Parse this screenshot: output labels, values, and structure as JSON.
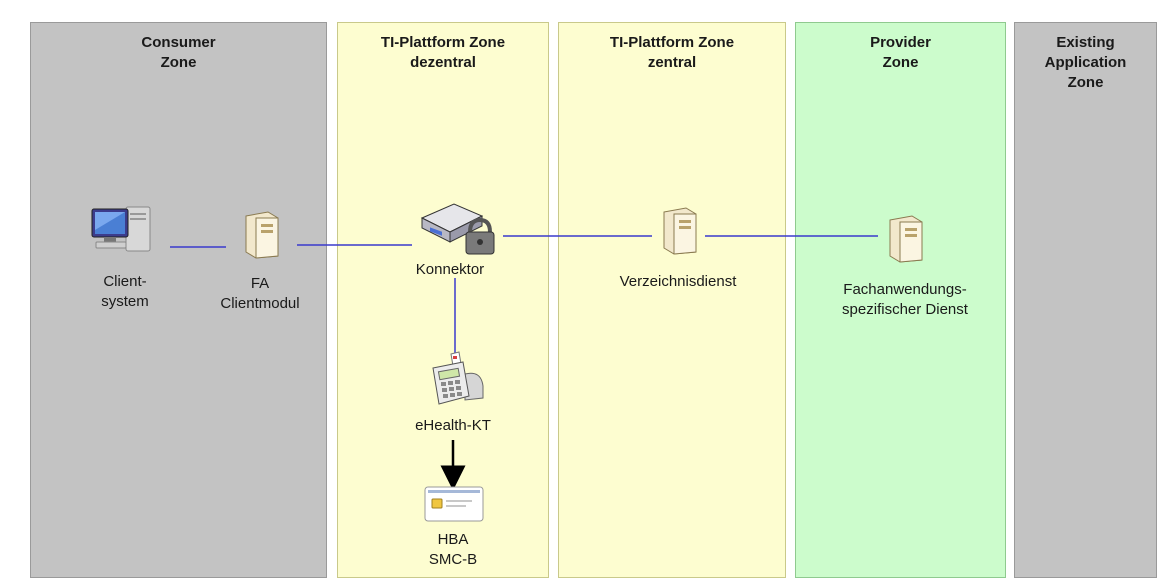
{
  "zones": {
    "consumer": "Consumer\nZone",
    "ti_dezentral": "TI-Plattform Zone\ndezentral",
    "ti_zentral": "TI-Plattform Zone\nzentral",
    "provider": "Provider\nZone",
    "existing": "Existing\nApplication\nZone"
  },
  "nodes": {
    "client_system": "Client-\nsystem",
    "fa_clientmodul": "FA\nClientmodul",
    "konnektor": "Konnektor",
    "verzeichnisdienst": "Verzeichnisdienst",
    "fachanwendungsdienst": "Fachanwendungs-\nspezifischer Dienst",
    "ehealth_kt": "eHealth-KT",
    "hba_smcb": "HBA\nSMC-B"
  },
  "colors": {
    "gray_zone": "#c3c3c3",
    "ti_zone": "#fdfdd0",
    "provider_zone": "#ccfccc",
    "link": "#3a3acc",
    "arrow": "#000000"
  }
}
